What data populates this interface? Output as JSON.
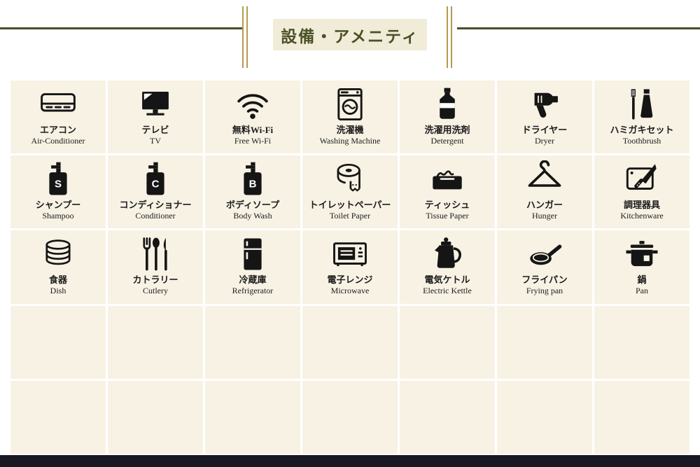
{
  "page": {
    "background": "#ffffff",
    "footer_color": "#191926"
  },
  "header": {
    "title": "設備・アメニティ",
    "title_color": "#4a5126",
    "line_color": "#474f25",
    "accent_gold": "#b59b4c",
    "box_bg": "#f1ecd8"
  },
  "grid": {
    "columns": 7,
    "rows": 5,
    "cell_bg": "#f7f2e4",
    "empty_cell_count": 14,
    "items": [
      {
        "jp": "エアコン",
        "en": "Air-Conditioner",
        "icon": "air-conditioner-icon"
      },
      {
        "jp": "テレビ",
        "en": "TV",
        "icon": "tv-icon"
      },
      {
        "jp": "無料Wi-Fi",
        "en": "Free Wi-Fi",
        "icon": "wifi-icon"
      },
      {
        "jp": "洗濯機",
        "en": "Washing Machine",
        "icon": "washing-machine-icon"
      },
      {
        "jp": "洗濯用洗剤",
        "en": "Detergent",
        "icon": "detergent-icon"
      },
      {
        "jp": "ドライヤー",
        "en": "Dryer",
        "icon": "hair-dryer-icon"
      },
      {
        "jp": "ハミガキセット",
        "en": "Toothbrush",
        "icon": "toothbrush-icon"
      },
      {
        "jp": "シャンプー",
        "en": "Shampoo",
        "icon": "shampoo-bottle-icon",
        "letter": "S"
      },
      {
        "jp": "コンディショナー",
        "en": "Conditioner",
        "icon": "conditioner-bottle-icon",
        "letter": "C"
      },
      {
        "jp": "ボディソープ",
        "en": "Body Wash",
        "icon": "body-wash-bottle-icon",
        "letter": "B"
      },
      {
        "jp": "トイレットペーパー",
        "en": "Toilet Paper",
        "icon": "toilet-paper-icon"
      },
      {
        "jp": "ティッシュ",
        "en": "Tissue Paper",
        "icon": "tissue-box-icon"
      },
      {
        "jp": "ハンガー",
        "en": "Hunger",
        "icon": "hanger-icon"
      },
      {
        "jp": "調理器具",
        "en": "Kitchenware",
        "icon": "kitchenware-icon"
      },
      {
        "jp": "食器",
        "en": "Dish",
        "icon": "dish-icon"
      },
      {
        "jp": "カトラリー",
        "en": "Cutlery",
        "icon": "cutlery-icon"
      },
      {
        "jp": "冷蔵庫",
        "en": "Refrigerator",
        "icon": "refrigerator-icon"
      },
      {
        "jp": "電子レンジ",
        "en": "Microwave",
        "icon": "microwave-icon"
      },
      {
        "jp": "電気ケトル",
        "en": "Electric Kettle",
        "icon": "electric-kettle-icon"
      },
      {
        "jp": "フライパン",
        "en": "Frying pan",
        "icon": "frying-pan-icon"
      },
      {
        "jp": "鍋",
        "en": "Pan",
        "icon": "pot-icon"
      }
    ]
  }
}
